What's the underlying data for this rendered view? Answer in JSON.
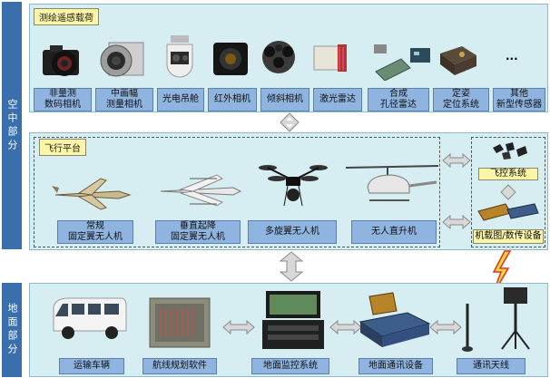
{
  "air_section": {
    "label": "空中部分"
  },
  "ground_section": {
    "label": "地面部分"
  },
  "sensor_panel": {
    "title": "测绘遥感载荷",
    "ellipsis": "...",
    "items": [
      {
        "label": "非量测\n数码相机"
      },
      {
        "label": "中画幅\n测量相机"
      },
      {
        "label": "光电吊舱"
      },
      {
        "label": "红外相机"
      },
      {
        "label": "倾斜相机"
      },
      {
        "label": "激光雷达"
      },
      {
        "label": "合成\n孔径雷达"
      },
      {
        "label": "定姿\n定位系统"
      },
      {
        "label": "其他\n新型传感器"
      }
    ]
  },
  "flight_panel": {
    "title": "飞行平台",
    "platforms": [
      {
        "label": "常规\n固定翼无人机"
      },
      {
        "label": "垂直起降\n固定翼无人机"
      },
      {
        "label": "多旋翼无人机"
      },
      {
        "label": "无人直升机"
      }
    ],
    "flight_control": "飞控系统",
    "onboard_device": "机载图/数传设备"
  },
  "ground_panel": {
    "items": [
      {
        "label": "运输车辆"
      },
      {
        "label": "航线规划软件"
      },
      {
        "label": "地面监控系统"
      },
      {
        "label": "地面通讯设备"
      },
      {
        "label": "通讯天线"
      }
    ]
  }
}
